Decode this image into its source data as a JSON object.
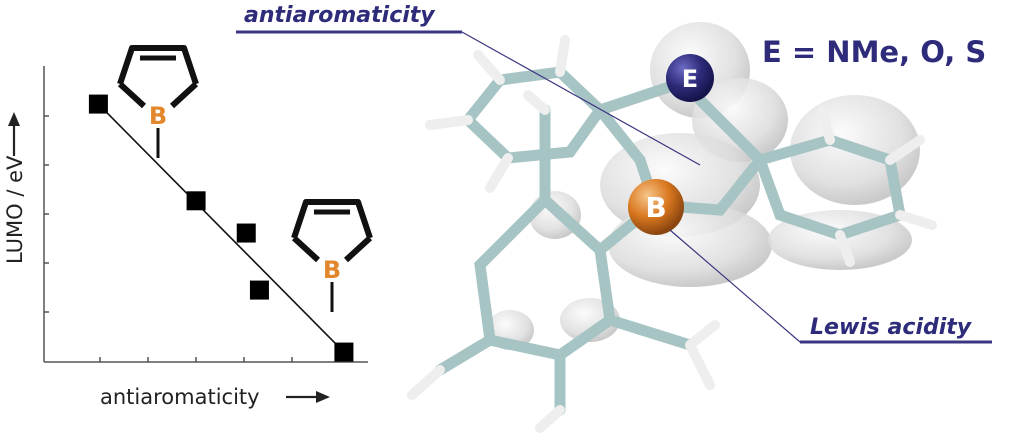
{
  "chart_data": {
    "type": "scatter",
    "xlabel": "antiaromaticity",
    "ylabel": "LUMO / eV",
    "xlim": [
      0,
      10
    ],
    "ylim": [
      0,
      10
    ],
    "grid": false,
    "points": [
      {
        "x": 1.0,
        "y": 10.4
      },
      {
        "x": 4.7,
        "y": 6.5
      },
      {
        "x": 6.6,
        "y": 5.2
      },
      {
        "x": 7.1,
        "y": 2.9
      },
      {
        "x": 10.3,
        "y": 0.4
      }
    ],
    "fit_line": {
      "x": [
        1.0,
        10.3
      ],
      "y": [
        10.4,
        0.4
      ]
    }
  },
  "labels": {
    "molecule_boron_top": "B",
    "molecule_boron_bottom": "B",
    "heteroatom": "E",
    "boron_center": "B",
    "substituents": "E = NMe, O, S",
    "antiaromaticity_callout": "antiaromaticity",
    "lewis_callout": "Lewis acidity"
  },
  "colors": {
    "boron": "#e3872c",
    "heteroatom": "#2e2c7a",
    "callout_line": "#3a3680",
    "bond": "#a7c4c4",
    "hydrogen": "#f0f0f0"
  }
}
